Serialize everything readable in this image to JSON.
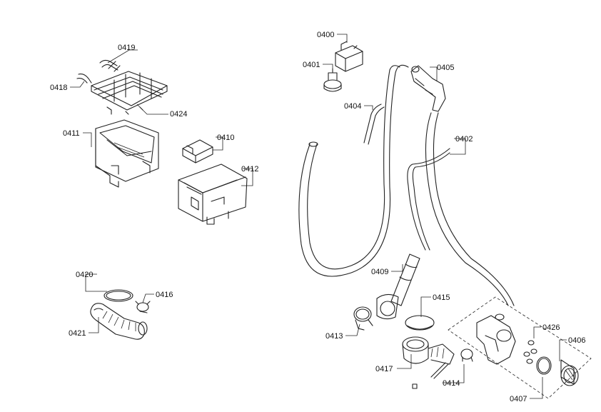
{
  "labels": {
    "p0400": "0400",
    "p0401": "0401",
    "p0402": "0402",
    "p0404": "0404",
    "p0405": "0405",
    "p0406": "0406",
    "p0407": "0407",
    "p0409": "0409",
    "p0410": "0410",
    "p0411": "0411",
    "p0412": "0412",
    "p0413": "0413",
    "p0414": "0414",
    "p0415": "0415",
    "p0416": "0416",
    "p0417": "0417",
    "p0418": "0418",
    "p0419": "0419",
    "p0420": "0420",
    "p0421": "0421",
    "p0424": "0424",
    "p0426": "0426"
  }
}
